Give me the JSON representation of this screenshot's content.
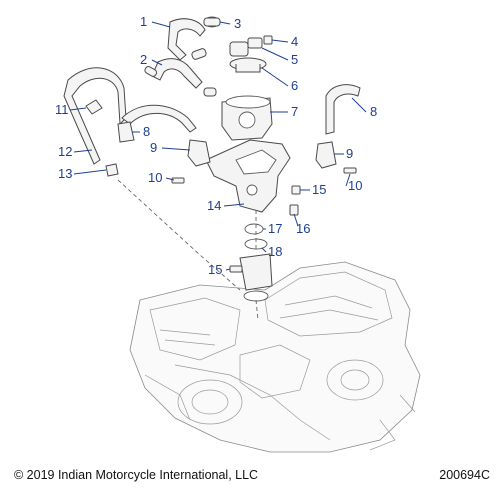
{
  "diagram": {
    "callouts": [
      {
        "num": "1"
      },
      {
        "num": "2"
      },
      {
        "num": "3"
      },
      {
        "num": "4"
      },
      {
        "num": "5"
      },
      {
        "num": "6"
      },
      {
        "num": "7"
      },
      {
        "num": "8"
      },
      {
        "num": "8"
      },
      {
        "num": "9"
      },
      {
        "num": "9"
      },
      {
        "num": "10"
      },
      {
        "num": "10"
      },
      {
        "num": "11"
      },
      {
        "num": "12"
      },
      {
        "num": "13"
      },
      {
        "num": "14"
      },
      {
        "num": "15"
      },
      {
        "num": "15"
      },
      {
        "num": "16"
      },
      {
        "num": "17"
      },
      {
        "num": "18"
      }
    ],
    "callout_color": "#1f3f8f"
  },
  "footer": {
    "copyright": "© 2019 Indian Motorcycle International, LLC",
    "drawing_number": "200694C"
  }
}
